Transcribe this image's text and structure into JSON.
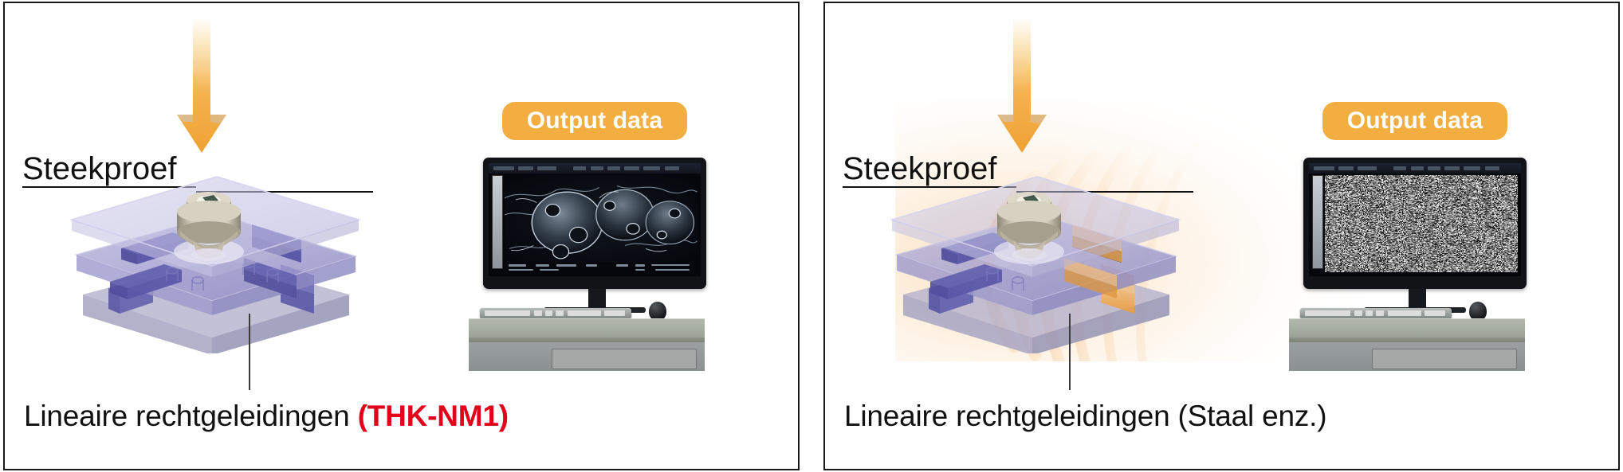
{
  "meta": {
    "panel_count": 2,
    "colors": {
      "accent_orange": "#F3AE41",
      "arrow_orange": "#F2A93B",
      "highlight_red": "#E3001B",
      "text_black": "#111111",
      "guide_purple": "#6E6CBE",
      "guide_light": "#B9B7DC",
      "desk_green_grey": "#A6AC9E",
      "wave_orange": "#F6B26B"
    }
  },
  "panels": [
    {
      "id": "panel-thk",
      "badge": {
        "label": "Output data"
      },
      "sample_label": {
        "text": "Steekproef"
      },
      "caption": {
        "prefix": "Lineaire rechtgeleidingen ",
        "highlight": "(THK-NM1)",
        "highlight_color": "#E3001B"
      },
      "monitor": {
        "screen_state": "clear-sem-image",
        "screen_desc": "Scanning electron microscope image of cells, sharp"
      },
      "vibration_waves": false,
      "arrow": {
        "direction": "down",
        "semantic": "load-applied-arrow"
      }
    },
    {
      "id": "panel-steel",
      "badge": {
        "label": "Output data"
      },
      "sample_label": {
        "text": "Steekproef"
      },
      "caption": {
        "prefix": "Lineaire rechtgeleidingen (Staal enz.)",
        "highlight": "",
        "highlight_color": "#111111"
      },
      "monitor": {
        "screen_state": "noise-static",
        "screen_desc": "Image degraded into random black-and-white static noise"
      },
      "vibration_waves": true,
      "arrow": {
        "direction": "down",
        "semantic": "load-applied-arrow"
      }
    }
  ]
}
